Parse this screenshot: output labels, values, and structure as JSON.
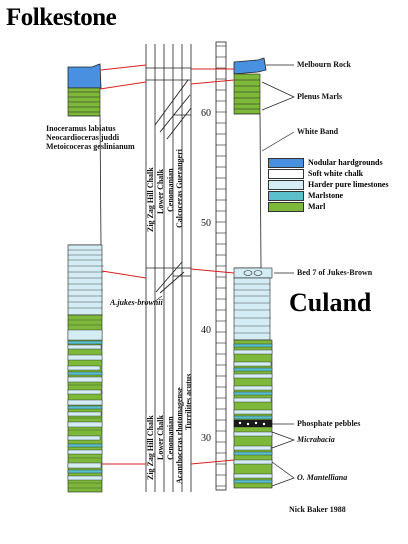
{
  "titles": {
    "folkestone": "Folkestone",
    "culand": "Culand"
  },
  "colors": {
    "nodular_hardgrounds": "#4a90e0",
    "soft_white_chalk": "#ffffff",
    "harder_pure_limestones": "#d4ecf4",
    "marlstone": "#5ac0cc",
    "marl": "#7db83a",
    "correlation_line": "#d82020"
  },
  "legend": [
    {
      "label": "Nodular hardgrounds",
      "color_key": "nodular_hardgrounds"
    },
    {
      "label": "Soft white chalk",
      "color_key": "soft_white_chalk"
    },
    {
      "label": "Harder pure limestones",
      "color_key": "harder_pure_limestones"
    },
    {
      "label": "Marlstone",
      "color_key": "marlstone"
    },
    {
      "label": "Marl",
      "color_key": "marl"
    }
  ],
  "scale_ticks": [
    "60",
    "50",
    "40",
    "30"
  ],
  "upper_zones": {
    "col1": "Zig Zag Hill Chalk",
    "col2": "Lower Chalk",
    "col3": "Cenomanian",
    "col4": "Calcoceras Guerangeri"
  },
  "lower_zones": {
    "col1": "Zig Zag Hill Chalk",
    "col2": "Lower Chalk",
    "col3": "Cenomanian",
    "col4": "Acanthoceras rhotomagense",
    "col5": "Turrilites acutus"
  },
  "fossils": [
    "Inoceramus labiatus",
    "Neocardioceras juddi",
    "Metoicoceras geslinianum"
  ],
  "marker_left": "A.jukes-brownii",
  "culand_labels": [
    {
      "text": "Melbourn Rock",
      "italic": false
    },
    {
      "text": "Plenus Marls",
      "italic": false
    },
    {
      "text": "White Band",
      "italic": false
    },
    {
      "text": "Bed 7 of Jukes-Brown",
      "italic": false
    },
    {
      "text": "Phosphate pebbles",
      "italic": false
    },
    {
      "text": "Micrabacia",
      "italic": true
    },
    {
      "text": "O. Mantelliana",
      "italic": true
    }
  ],
  "credit": "Nick Baker 1988"
}
